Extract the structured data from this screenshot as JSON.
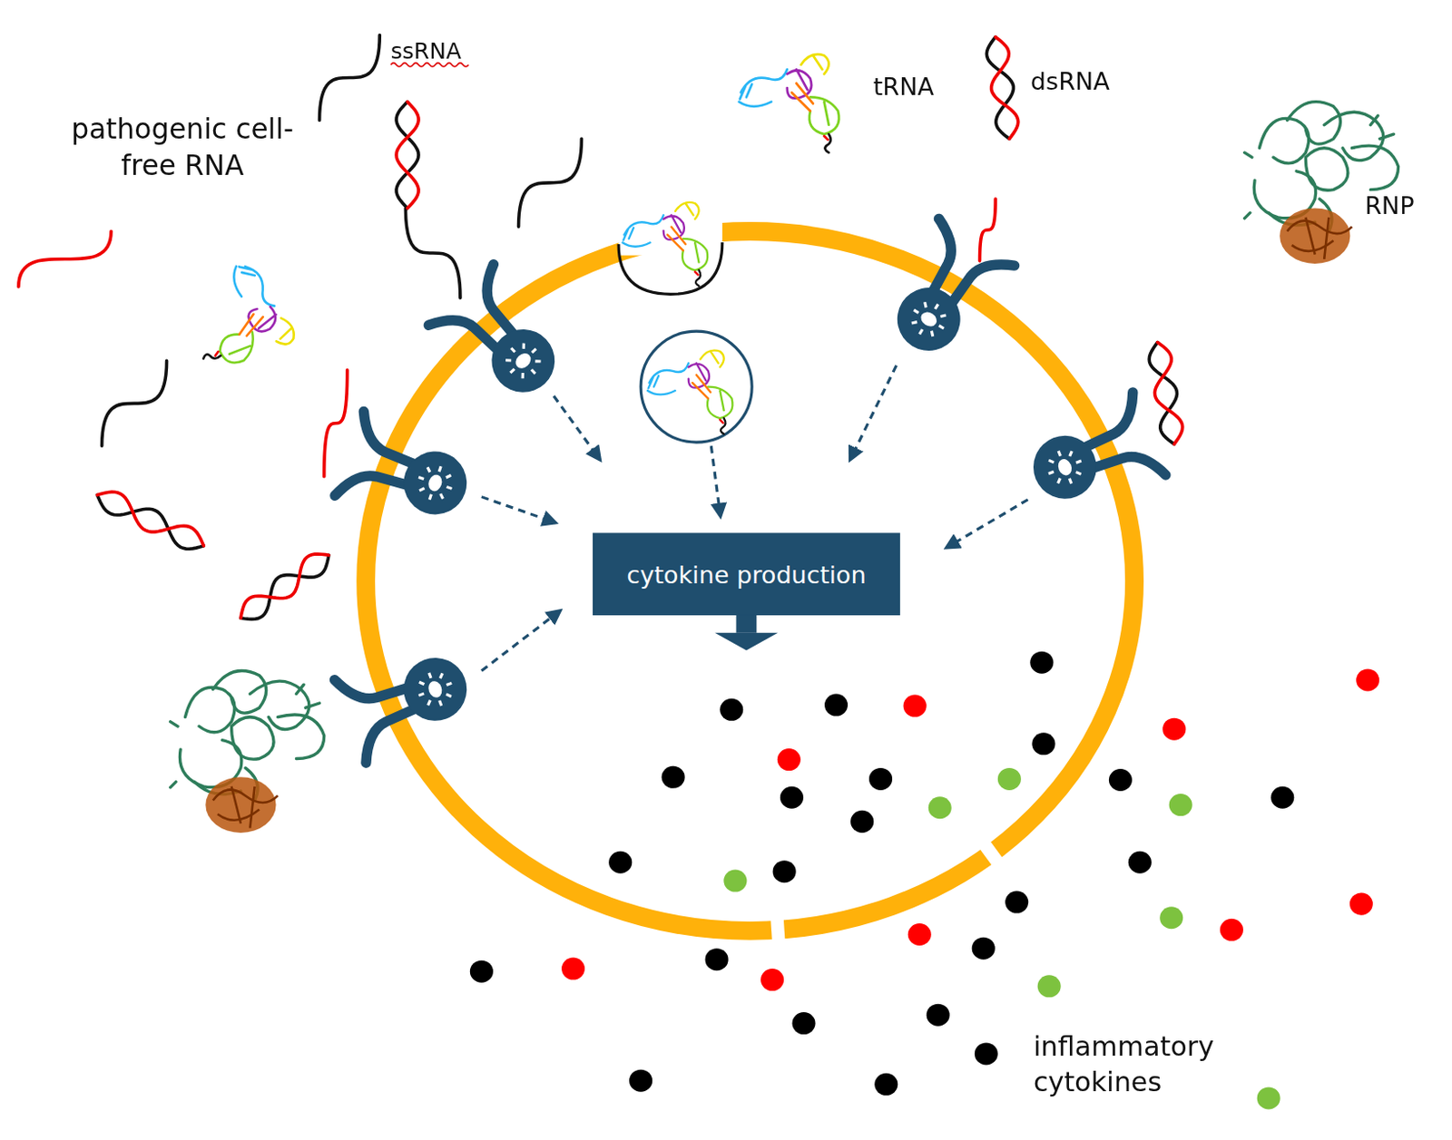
{
  "diagram": {
    "nodes": [
      {
        "text": [
          "cytokine production"
        ]
      }
    ],
    "edges": [],
    "labels": [
      "pathogenic cell-free RNA",
      "ssRNA",
      "tRNA",
      "dsRNA",
      "RNP",
      "inflammatory cytokines"
    ]
  }
}
